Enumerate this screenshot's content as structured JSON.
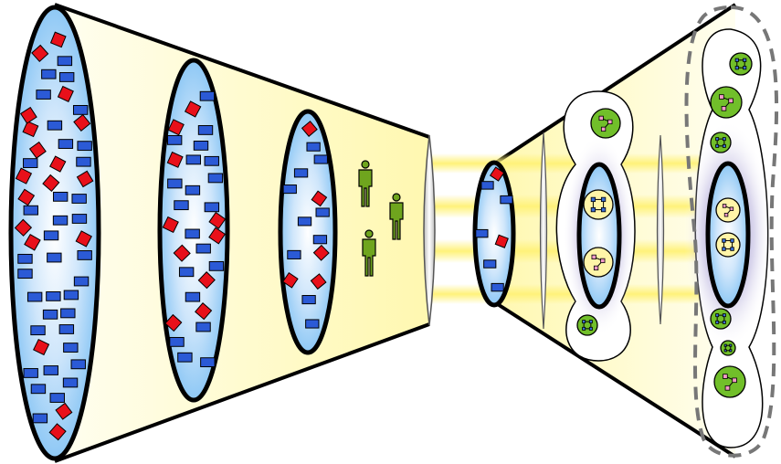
{
  "diagram": {
    "colors": {
      "cone_fill": "#fffbc8",
      "beam": "#fff27a",
      "ellipse_fill_center": "#ffffff",
      "ellipse_fill_edge": "#8ec8f5",
      "outline": "#000000",
      "item_blue": "#2b5ad6",
      "item_red": "#e8101a",
      "person": "#6fa51e",
      "cluster_green": "#71bf2a",
      "cluster_inner": "#fff5a8",
      "node_pink": "#f39ac8",
      "node_blue": "#3a6fd8",
      "halo": "#7b6fb6",
      "dashed": "#777777",
      "lens": "#cfcfcf"
    },
    "large_population": {
      "blue_items": 36,
      "red_items": 18
    },
    "middle_population": {
      "blue_items": 20,
      "red_items": 10
    },
    "small_population": {
      "blue_items": 10,
      "red_items": 5
    },
    "people": {
      "count": 3,
      "icon": "person-icon"
    },
    "focused_population": {
      "blue_items": 5,
      "red_items": 2
    },
    "clusters": {
      "icon": "network-cluster-icon"
    }
  }
}
